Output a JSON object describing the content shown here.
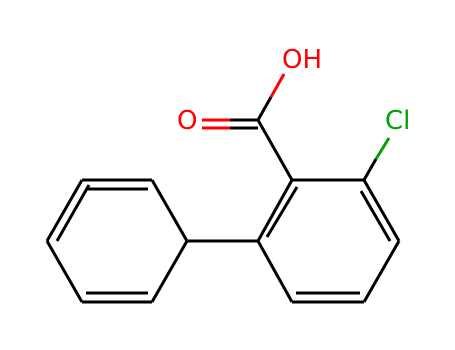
{
  "molecule": {
    "atoms": {
      "oh": {
        "text": "OH",
        "element": "O"
      },
      "o": {
        "text": "O",
        "element": "O"
      },
      "cl": {
        "text": "Cl",
        "element": "Cl"
      }
    },
    "colors": {
      "bond": "#000000",
      "oxygen": "#ff0000",
      "chlorine": "#00a000"
    }
  }
}
